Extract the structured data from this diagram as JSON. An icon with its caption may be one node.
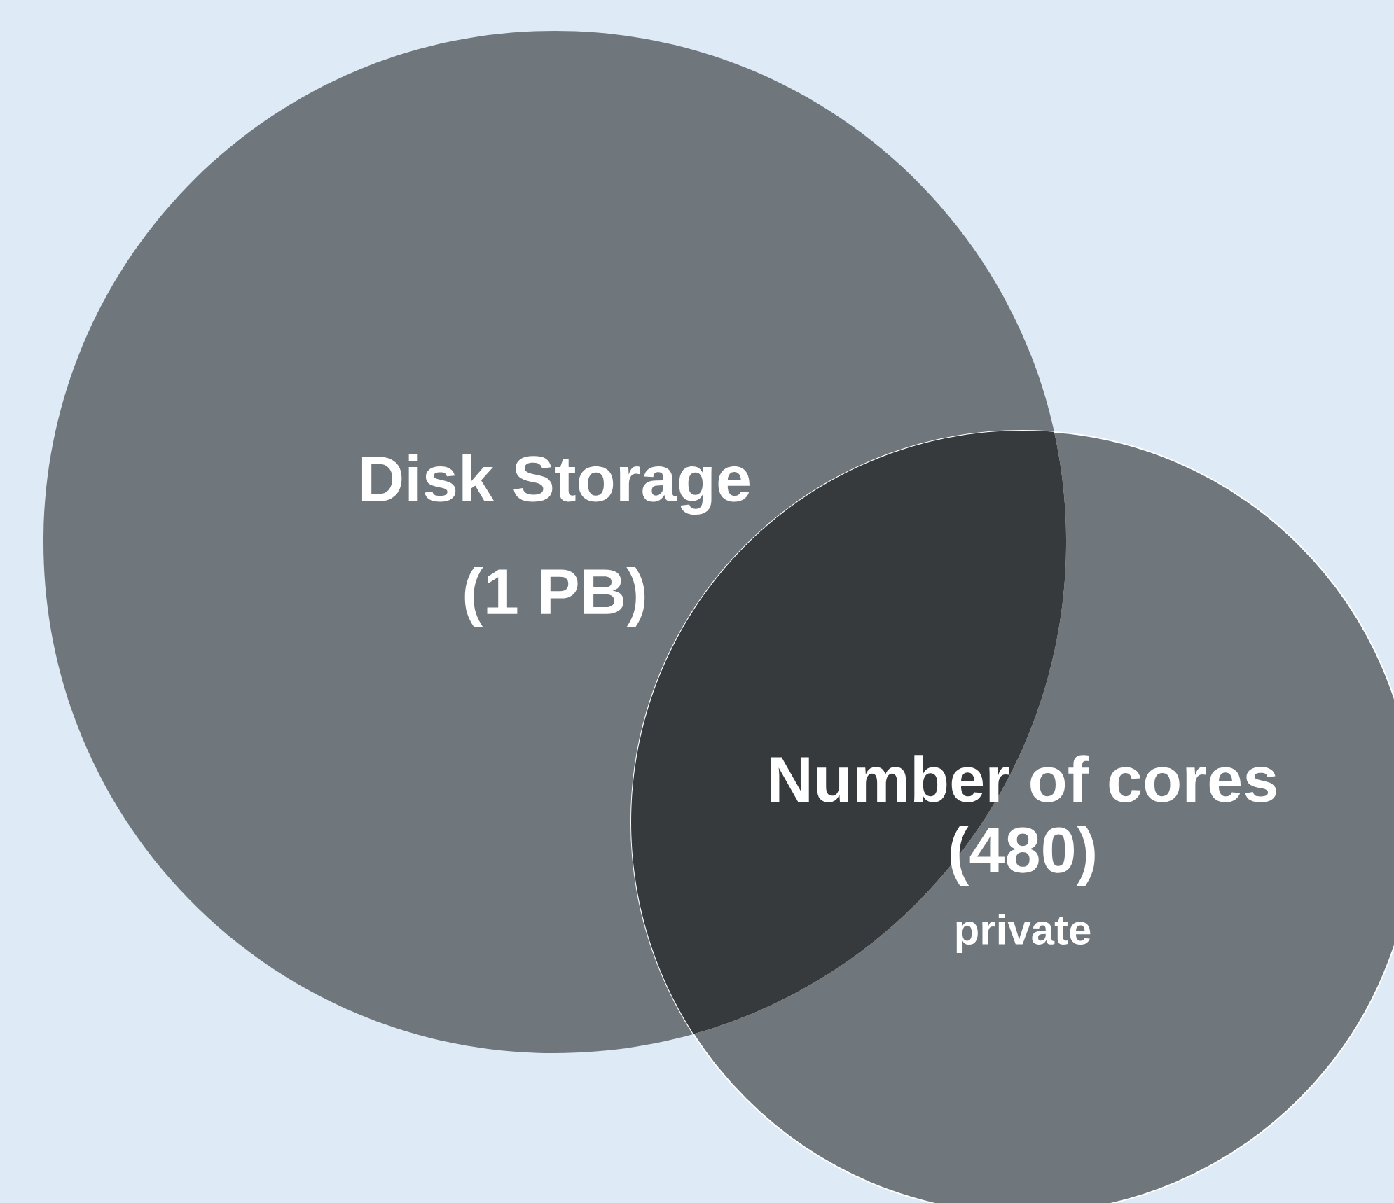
{
  "diagram": {
    "nodes": [
      {
        "text": [
          "Disk Storage",
          "(1 PB)"
        ]
      },
      {
        "text": [
          "Number of cores",
          "(480)",
          "private"
        ]
      }
    ]
  }
}
